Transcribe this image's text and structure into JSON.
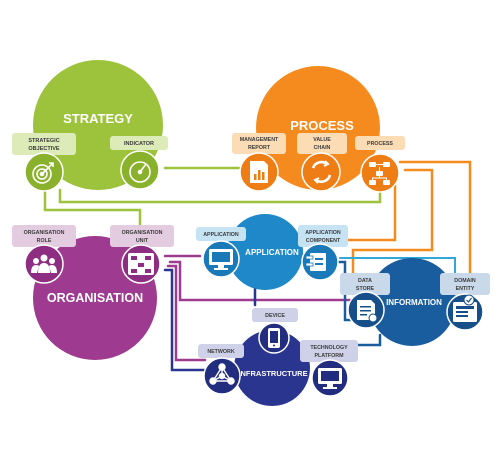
{
  "strategy": {
    "title": "STRATEGY",
    "items": [
      {
        "line1": "STRATEGIC",
        "line2": "OBJECTIVE",
        "icon": "target-icon"
      },
      {
        "line1": "INDICATOR",
        "line2": "",
        "icon": "gauge-icon"
      }
    ]
  },
  "process": {
    "title": "PROCESS",
    "items": [
      {
        "line1": "MANAGEMENT",
        "line2": "REPORT",
        "icon": "report-chart-icon"
      },
      {
        "line1": "VALUE",
        "line2": "CHAIN",
        "icon": "cycle-arrows-icon"
      },
      {
        "line1": "PROCESS",
        "line2": "",
        "icon": "process-flow-icon"
      }
    ]
  },
  "organisation": {
    "title": "ORGANISATION",
    "items": [
      {
        "line1": "ORGANISATION",
        "line2": "ROLE",
        "icon": "people-group-icon"
      },
      {
        "line1": "ORGANISATION",
        "line2": "UNIT",
        "icon": "org-unit-icon"
      }
    ]
  },
  "application": {
    "title": "APPLICATION",
    "items": [
      {
        "line1": "APPLICATION",
        "line2": "",
        "icon": "monitor-icon"
      },
      {
        "line1": "APPLICATION",
        "line2": "COMPONENT",
        "icon": "component-icon"
      }
    ]
  },
  "information": {
    "title": "INFORMATION",
    "items": [
      {
        "line1": "DATA",
        "line2": "STORE",
        "icon": "data-store-icon"
      },
      {
        "line1": "DOMAIN",
        "line2": "ENTITY",
        "icon": "domain-entity-icon"
      }
    ]
  },
  "infrastructure": {
    "title": "INFRASTRUCTURE",
    "items": [
      {
        "line1": "DEVICE",
        "line2": "",
        "icon": "mobile-device-icon"
      },
      {
        "line1": "NETWORK",
        "line2": "",
        "icon": "network-icon"
      },
      {
        "line1": "TECHNOLOGY",
        "line2": "PLATFORM",
        "icon": "platform-monitor-icon"
      }
    ]
  },
  "colors": {
    "strategy": "#9cc33b",
    "strategy_dark": "#8ab12c",
    "strategy_label": "#dcebb8",
    "process": "#f58b1f",
    "process_dark": "#ef7d16",
    "process_label": "#fcdcb5",
    "organisation": "#9e3a8f",
    "organisation_dark": "#8e2e82",
    "organisation_label": "#e3cbe0",
    "application": "#1e88c9",
    "application_dark": "#1a79b8",
    "application_label": "#c6e3f4",
    "information": "#1a5d9e",
    "information_dark": "#174f8a",
    "information_label": "#c9d9ea",
    "infrastructure": "#2a3590",
    "infrastructure_dark": "#232d80",
    "infrastructure_label": "#cfd1e8"
  }
}
